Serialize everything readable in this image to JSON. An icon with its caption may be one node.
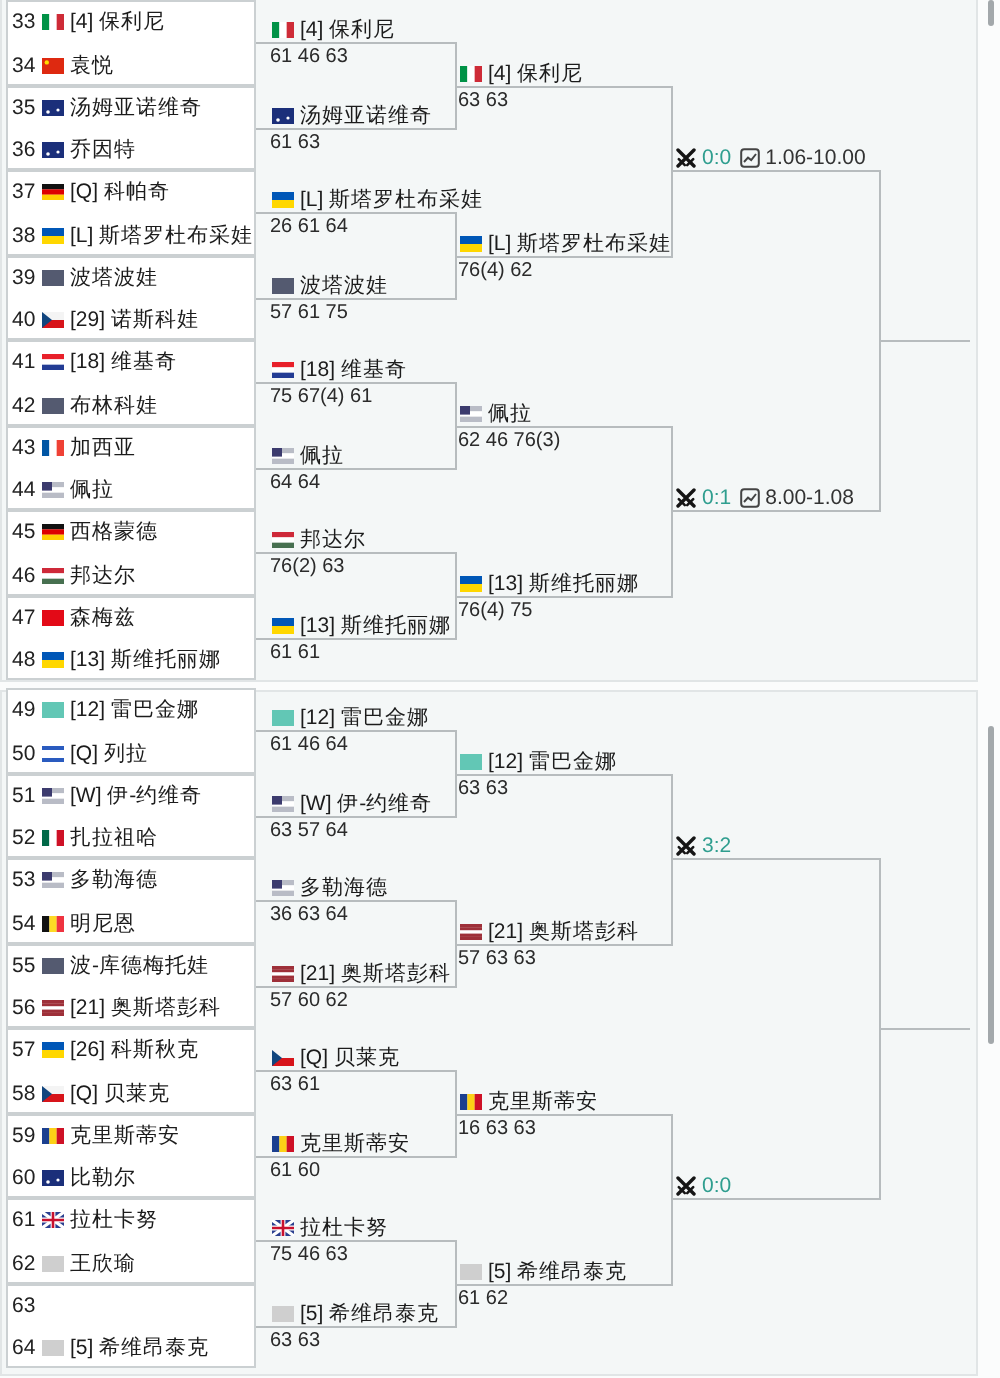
{
  "diagram": {
    "nodes": [
      {
        "text": [],
        "shape": "box"
      },
      {
        "text": [
          "33",
          "[4] 保利尼"
        ],
        "in": 0
      },
      {
        "text": [
          "34",
          "袁悦"
        ],
        "in": 0
      },
      {
        "text": [],
        "shape": "box"
      },
      {
        "text": [
          "35",
          "汤姆亚诺维奇"
        ],
        "in": 3
      },
      {
        "text": [
          "36",
          "乔因特"
        ],
        "in": 3
      },
      {
        "text": [],
        "shape": "box"
      },
      {
        "text": [
          "37",
          "[Q] 科帕奇"
        ],
        "in": 6
      },
      {
        "text": [
          "38",
          "[L] 斯塔罗杜布采娃"
        ],
        "in": 6
      },
      {
        "text": [],
        "shape": "box"
      },
      {
        "text": [
          "39",
          "波塔波娃"
        ],
        "in": 9
      },
      {
        "text": [
          "40",
          "[29] 诺斯科娃"
        ],
        "in": 9
      },
      {
        "text": [],
        "shape": "box"
      },
      {
        "text": [
          "41",
          "[18] 维基奇"
        ],
        "in": 12
      },
      {
        "text": [
          "42",
          "布林科娃"
        ],
        "in": 12
      },
      {
        "text": [],
        "shape": "box"
      },
      {
        "text": [
          "43",
          "加西亚"
        ],
        "in": 15
      },
      {
        "text": [
          "44",
          "佩拉"
        ],
        "in": 15
      },
      {
        "text": [],
        "shape": "box"
      },
      {
        "text": [
          "45",
          "西格蒙德"
        ],
        "in": 18
      },
      {
        "text": [
          "46",
          "邦达尔"
        ],
        "in": 18
      },
      {
        "text": [],
        "shape": "box"
      },
      {
        "text": [
          "47",
          "森梅兹"
        ],
        "in": 21
      },
      {
        "text": [
          "48",
          "[13] 斯维托丽娜"
        ],
        "in": 21
      },
      {
        "text": [
          "[4] 保利尼"
        ],
        "beside": [
          "61 46 63"
        ]
      },
      {
        "text": [
          "汤姆亚诺维奇"
        ],
        "beside": [
          "61 63"
        ]
      },
      {
        "text": [
          "[L] 斯塔罗杜布采娃"
        ],
        "beside": [
          "26 61 64"
        ]
      },
      {
        "text": [
          "波塔波娃"
        ],
        "beside": [
          "57 61 75"
        ]
      },
      {
        "text": [
          "[18] 维基奇"
        ],
        "beside": [
          "75 67(4) 61"
        ]
      },
      {
        "text": [
          "佩拉"
        ],
        "beside": [
          "64 64"
        ]
      },
      {
        "text": [
          "邦达尔"
        ],
        "beside": [
          "76(2) 63"
        ]
      },
      {
        "text": [
          "[13] 斯维托丽娜"
        ],
        "beside": [
          "61 61"
        ]
      },
      {
        "text": [
          "[4] 保利尼"
        ],
        "beside": [
          "63 63"
        ]
      },
      {
        "text": [
          "[L] 斯塔罗杜布采娃"
        ],
        "beside": [
          "76(4) 62"
        ]
      },
      {
        "text": [
          "佩拉"
        ],
        "beside": [
          "62 46 76(3)"
        ]
      },
      {
        "text": [
          "[13] 斯维托丽娜"
        ],
        "beside": [
          "76(4) 75"
        ]
      },
      {
        "text": [
          "0:0",
          "1.06-10.00"
        ]
      },
      {
        "text": [
          "0:1",
          "8.00-1.08"
        ]
      },
      {
        "text": [],
        "shape": "box"
      },
      {
        "text": [
          "49",
          "[12] 雷巴金娜"
        ],
        "in": 38
      },
      {
        "text": [
          "50",
          "[Q] 列拉"
        ],
        "in": 38
      },
      {
        "text": [],
        "shape": "box"
      },
      {
        "text": [
          "51",
          "[W] 伊-约维奇"
        ],
        "in": 41
      },
      {
        "text": [
          "52",
          "扎拉祖哈"
        ],
        "in": 41
      },
      {
        "text": [],
        "shape": "box"
      },
      {
        "text": [
          "53",
          "多勒海德"
        ],
        "in": 44
      },
      {
        "text": [
          "54",
          "明尼恩"
        ],
        "in": 44
      },
      {
        "text": [],
        "shape": "box"
      },
      {
        "text": [
          "55",
          "波-库德梅托娃"
        ],
        "in": 47
      },
      {
        "text": [
          "56",
          "[21] 奥斯塔彭科"
        ],
        "in": 47
      },
      {
        "text": [],
        "shape": "box"
      },
      {
        "text": [
          "57",
          "[26] 科斯秋克"
        ],
        "in": 50
      },
      {
        "text": [
          "58",
          "[Q] 贝莱克"
        ],
        "in": 50
      },
      {
        "text": [],
        "shape": "box"
      },
      {
        "text": [
          "59",
          "克里斯蒂安"
        ],
        "in": 53
      },
      {
        "text": [
          "60",
          "比勒尔"
        ],
        "in": 53
      },
      {
        "text": [],
        "shape": "box"
      },
      {
        "text": [
          "61",
          "拉杜卡努"
        ],
        "in": 56
      },
      {
        "text": [
          "62",
          "王欣瑜"
        ],
        "in": 56
      },
      {
        "text": [],
        "shape": "box"
      },
      {
        "text": [
          "63"
        ],
        "in": 59
      },
      {
        "text": [
          "64",
          "[5] 希维昂泰克"
        ],
        "in": 59
      },
      {
        "text": [
          "[12] 雷巴金娜"
        ],
        "beside": [
          "61 46 64"
        ]
      },
      {
        "text": [
          "[W] 伊-约维奇"
        ],
        "beside": [
          "63 57 64"
        ]
      },
      {
        "text": [
          "多勒海德"
        ],
        "beside": [
          "36 63 64"
        ]
      },
      {
        "text": [
          "[21] 奥斯塔彭科"
        ],
        "beside": [
          "57 60 62"
        ]
      },
      {
        "text": [
          "[Q] 贝莱克"
        ],
        "beside": [
          "63 61"
        ]
      },
      {
        "text": [
          "克里斯蒂安"
        ],
        "beside": [
          "61 60"
        ]
      },
      {
        "text": [
          "拉杜卡努"
        ],
        "beside": [
          "75 46 63"
        ]
      },
      {
        "text": [
          "[5] 希维昂泰克"
        ],
        "beside": [
          "63 63"
        ]
      },
      {
        "text": [
          "[12] 雷巴金娜"
        ],
        "beside": [
          "63 63"
        ]
      },
      {
        "text": [
          "[21] 奥斯塔彭科"
        ],
        "beside": [
          "57 63 63"
        ]
      },
      {
        "text": [
          "克里斯蒂安"
        ],
        "beside": [
          "16 63 63"
        ]
      },
      {
        "text": [
          "[5] 希维昂泰克"
        ],
        "beside": [
          "61 62"
        ]
      },
      {
        "text": [
          "3:2"
        ]
      },
      {
        "text": [
          "0:0"
        ]
      }
    ],
    "edges": [
      {
        "from": 0,
        "to": 24,
        "arrow": "none"
      },
      {
        "from": 3,
        "to": 25,
        "arrow": "none"
      },
      {
        "from": 6,
        "to": 26,
        "arrow": "none"
      },
      {
        "from": 9,
        "to": 27,
        "arrow": "none"
      },
      {
        "from": 12,
        "to": 28,
        "arrow": "none"
      },
      {
        "from": 15,
        "to": 29,
        "arrow": "none"
      },
      {
        "from": 18,
        "to": 30,
        "arrow": "none"
      },
      {
        "from": 21,
        "to": 31,
        "arrow": "none"
      },
      {
        "from": 24,
        "to": 32,
        "arrow": "none"
      },
      {
        "from": 25,
        "to": 32,
        "arrow": "none"
      },
      {
        "from": 26,
        "to": 33,
        "arrow": "none"
      },
      {
        "from": 27,
        "to": 33,
        "arrow": "none"
      },
      {
        "from": 28,
        "to": 34,
        "arrow": "none"
      },
      {
        "from": 29,
        "to": 34,
        "arrow": "none"
      },
      {
        "from": 30,
        "to": 35,
        "arrow": "none"
      },
      {
        "from": 31,
        "to": 35,
        "arrow": "none"
      },
      {
        "from": 32,
        "to": 36,
        "arrow": "none"
      },
      {
        "from": 33,
        "to": 36,
        "arrow": "none"
      },
      {
        "from": 34,
        "to": 37,
        "arrow": "none"
      },
      {
        "from": 35,
        "to": 37,
        "arrow": "none"
      },
      {
        "from": 36,
        "to": null,
        "arrow": "none"
      },
      {
        "from": 37,
        "to": null,
        "arrow": "none"
      },
      {
        "from": 38,
        "to": 62,
        "arrow": "none"
      },
      {
        "from": 41,
        "to": 63,
        "arrow": "none"
      },
      {
        "from": 44,
        "to": 64,
        "arrow": "none"
      },
      {
        "from": 47,
        "to": 65,
        "arrow": "none"
      },
      {
        "from": 50,
        "to": 66,
        "arrow": "none"
      },
      {
        "from": 53,
        "to": 67,
        "arrow": "none"
      },
      {
        "from": 56,
        "to": 68,
        "arrow": "none"
      },
      {
        "from": 59,
        "to": 69,
        "arrow": "none"
      },
      {
        "from": 62,
        "to": 70,
        "arrow": "none"
      },
      {
        "from": 63,
        "to": 70,
        "arrow": "none"
      },
      {
        "from": 64,
        "to": 71,
        "arrow": "none"
      },
      {
        "from": 65,
        "to": 71,
        "arrow": "none"
      },
      {
        "from": 66,
        "to": 72,
        "arrow": "none"
      },
      {
        "from": 67,
        "to": 72,
        "arrow": "none"
      },
      {
        "from": 68,
        "to": 73,
        "arrow": "none"
      },
      {
        "from": 69,
        "to": 73,
        "arrow": "none"
      },
      {
        "from": 70,
        "to": 74,
        "arrow": "none"
      },
      {
        "from": 71,
        "to": 74,
        "arrow": "none"
      },
      {
        "from": 72,
        "to": 75,
        "arrow": "none"
      },
      {
        "from": 73,
        "to": 75,
        "arrow": "none"
      },
      {
        "from": 74,
        "to": null,
        "arrow": "none"
      },
      {
        "from": 75,
        "to": null,
        "arrow": "none"
      }
    ]
  }
}
